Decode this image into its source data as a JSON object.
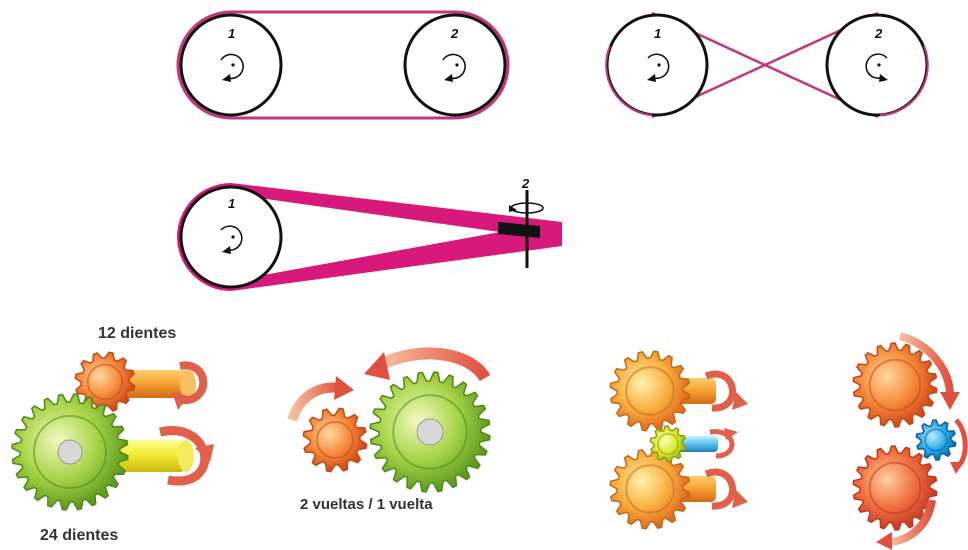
{
  "belt_diagrams": {
    "open_belt": {
      "pulley_1": "1",
      "pulley_2": "2"
    },
    "crossed_belt": {
      "pulley_1": "1",
      "pulley_2": "2"
    },
    "twisted_belt": {
      "pulley_1": "1",
      "pulley_2": "2"
    }
  },
  "gear_labels": {
    "small_gear_teeth": "12 dientes",
    "large_gear_teeth": "24 dientes",
    "ratio": "2 vueltas / 1 vuelta"
  },
  "colors": {
    "belt": "#c2357f",
    "belt_fill": "#d6197a",
    "gear_green": "#8cc63f",
    "gear_orange": "#f07a2a",
    "gear_yellow": "#e8e02a",
    "gear_blue": "#1fa0e0",
    "arrow": "#e0604a"
  },
  "icons": [
    "rotation-arrow-icon",
    "pulley-icon",
    "gear-icon",
    "shaft-icon"
  ]
}
